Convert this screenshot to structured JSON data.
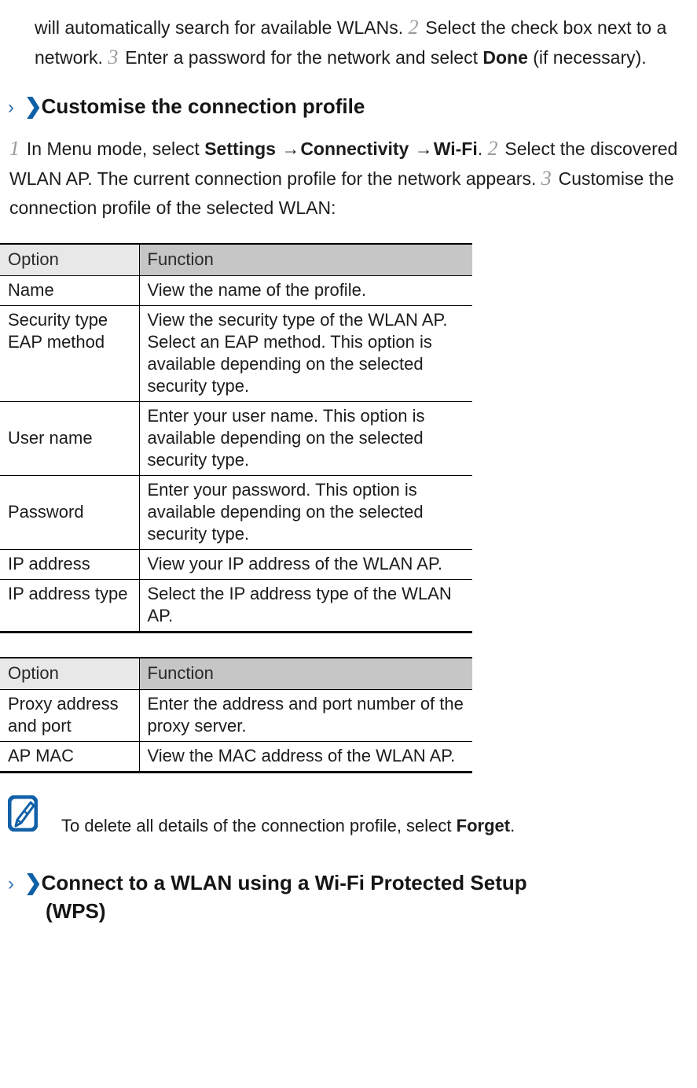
{
  "intro": {
    "line1_a": "will automatically search for available WLANs.",
    "step2": "2",
    "line1_b": "Select the check box next to a network.",
    "step3": "3",
    "line1_c": "Enter a password for the network and select",
    "bold_done": "Done",
    "line1_d": "(if necessary)."
  },
  "heading1": {
    "chevron_thin": "›",
    "chevron_bold": "❯",
    "text": "Customise the connection profile"
  },
  "steps": {
    "step1": "1",
    "s1_a": "In Menu mode, select",
    "s1_bold1": "Settings",
    "arrow1": "→",
    "s1_bold2": "Connectivity",
    "arrow2": "→",
    "s1_bold3": "Wi-Fi",
    "s1_period": ".",
    "step2": "2",
    "s2_text": "Select the discovered WLAN AP. The current connection profile for the network appears.",
    "step3": "3",
    "s3_text": "Customise the connection profile of the selected WLAN:"
  },
  "table1": {
    "headers": [
      "Option",
      "Function"
    ],
    "rows": [
      {
        "option": "Name",
        "function": "View the name of the profile.",
        "align": "top"
      },
      {
        "option": "Security type EAP method",
        "function": "View the security type of the WLAN AP. Select an EAP method. This option is available depending on the selected security type.",
        "align": "top"
      },
      {
        "option": "User name",
        "function": "Enter your user name. This option is available depending on the selected security type.",
        "align": "middle"
      },
      {
        "option": "Password",
        "function": "Enter your password. This option is available depending on the selected security type.",
        "align": "middle"
      },
      {
        "option": "IP address",
        "function": "View your IP address of the WLAN AP.",
        "align": "top"
      },
      {
        "option": "IP address type",
        "function": "Select the IP address type of the WLAN AP.",
        "align": "top"
      }
    ]
  },
  "table2": {
    "headers": [
      "Option",
      "Function"
    ],
    "rows": [
      {
        "option": "Proxy address and port",
        "function": "Enter the address and port number of the proxy server.",
        "align": "middle"
      },
      {
        "option": "AP MAC",
        "function": "View the MAC address of the WLAN AP.",
        "align": "middle"
      }
    ]
  },
  "note": {
    "icon": "note-pencil-icon",
    "text_a": "To delete all details of the connection profile, select",
    "bold": "Forget",
    "text_b": "."
  },
  "heading2": {
    "chevron_thin": "›",
    "chevron_bold": "❯",
    "text": "Connect to a WLAN using a Wi-Fi Protected Setup",
    "text_line2": "(WPS)"
  },
  "colors": {
    "chevron_thin": "#2f6fb5",
    "chevron_bold": "#1060a8",
    "note_icon": "#1060a8",
    "header_left_bg": "#e8e8e8",
    "header_right_bg": "#c6c6c6",
    "text": "#1c1c1c",
    "stepnum": "#9a9a9a"
  }
}
